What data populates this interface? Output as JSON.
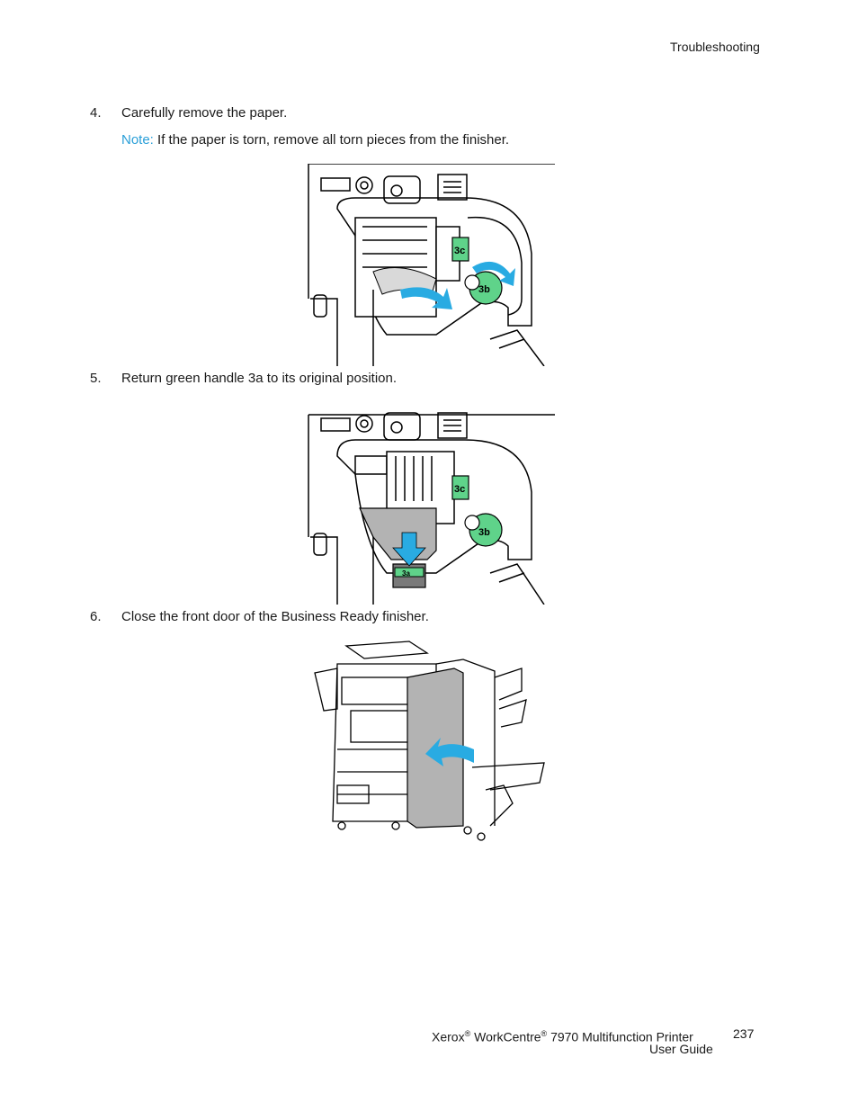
{
  "header": {
    "section": "Troubleshooting"
  },
  "steps": [
    {
      "number": "4.",
      "text": "Carefully remove the paper."
    },
    {
      "number": "5.",
      "text": "Return green handle 3a to its original position."
    },
    {
      "number": "6.",
      "text": "Close the front door of the Business Ready finisher."
    }
  ],
  "note": {
    "label": "Note:",
    "text": "If the paper is torn, remove all torn pieces from the finisher."
  },
  "figures": {
    "fig1": {
      "label_3c": "3c",
      "label_3b": "3b"
    },
    "fig2": {
      "label_3c": "3c",
      "label_3b": "3b",
      "label_3a": "3a"
    }
  },
  "colors": {
    "accent": "#2a9fd8",
    "handle": "#5fd38a",
    "arrow": "#29abe2",
    "panel": "#b3b3b3"
  },
  "footer": {
    "brand": "Xerox",
    "product": "WorkCentre",
    "model": "7970 Multifunction Printer",
    "guide": "User Guide",
    "page": "237",
    "reg": "®"
  }
}
